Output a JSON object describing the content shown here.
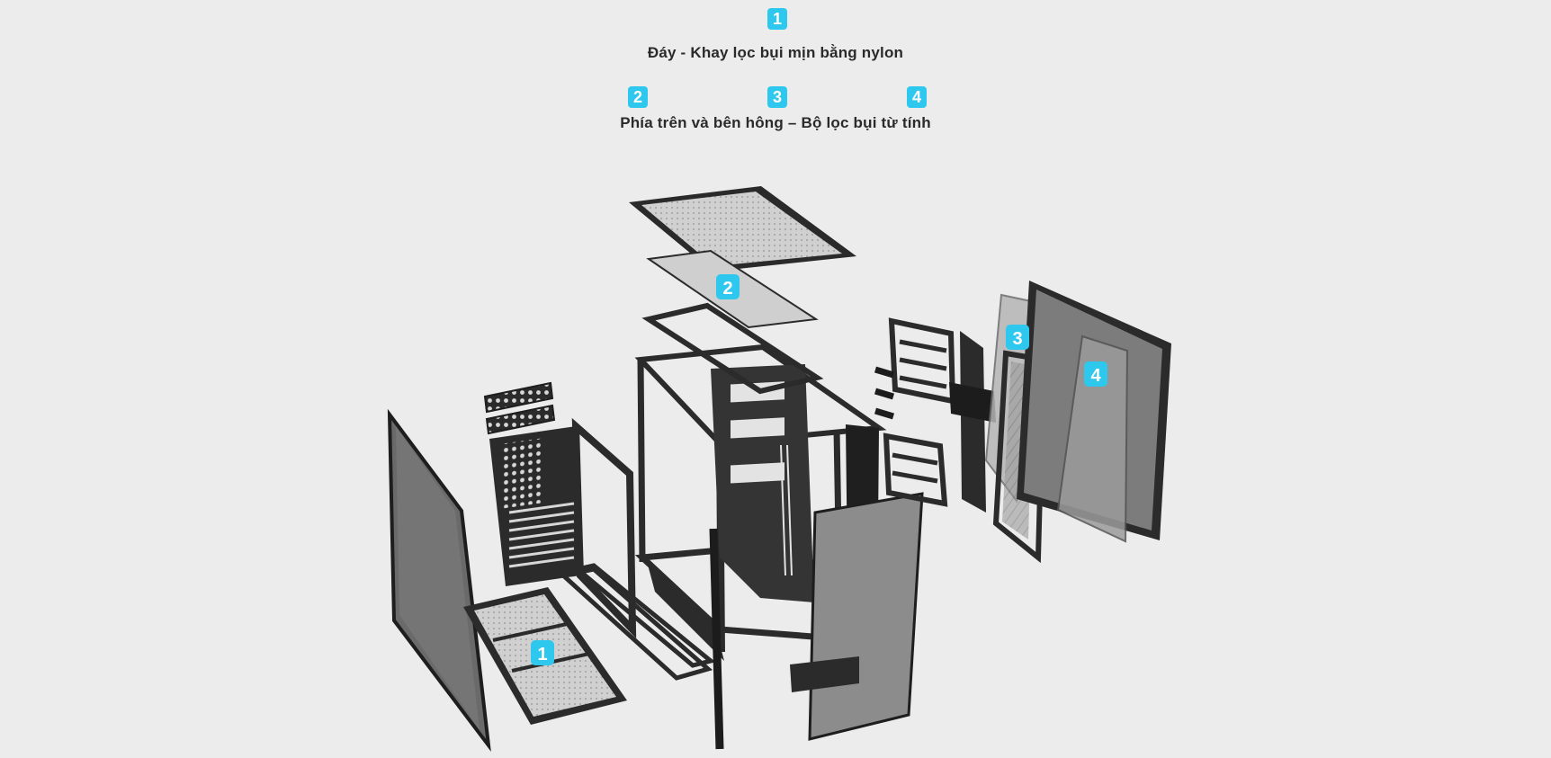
{
  "colors": {
    "background": "#ececec",
    "badge": "#2ec8ee",
    "frame": "#2b2b2b",
    "frame_dark": "#1c1c1c",
    "glass": "#7a7a7a",
    "mesh": "#c9c9c9"
  },
  "legend": {
    "bottom": {
      "number": "1",
      "caption": "Đáy - Khay lọc bụi mịn bằng nylon"
    },
    "top_side": {
      "numbers": [
        "2",
        "3",
        "4"
      ],
      "caption": "Phía trên và bên hông – Bộ lọc bụi từ tính"
    }
  },
  "markers": [
    {
      "label": "2",
      "target": "top-dust-filter"
    },
    {
      "label": "3",
      "target": "side-filter-inner"
    },
    {
      "label": "4",
      "target": "side-filter-outer"
    },
    {
      "label": "1",
      "target": "bottom-nylon-filter"
    }
  ]
}
